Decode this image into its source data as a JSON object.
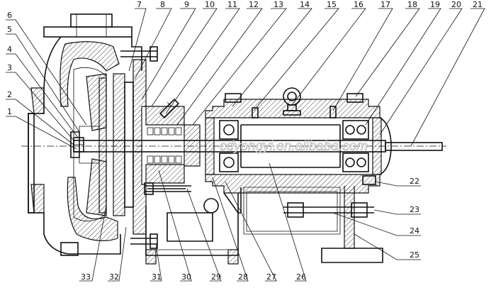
{
  "top_labels": [
    "7",
    "8",
    "9",
    "10",
    "11",
    "12",
    "13",
    "14",
    "15",
    "16",
    "17",
    "18",
    "19",
    "20",
    "21"
  ],
  "left_labels": [
    "6",
    "5",
    "4",
    "3",
    "2",
    "1"
  ],
  "right_labels": [
    "22",
    "23",
    "24",
    "25"
  ],
  "bottom_labels": [
    "33",
    "32",
    "31",
    "30",
    "29",
    "28",
    "27",
    "26"
  ],
  "watermark": "cdyongyi.en.alibaba.com"
}
